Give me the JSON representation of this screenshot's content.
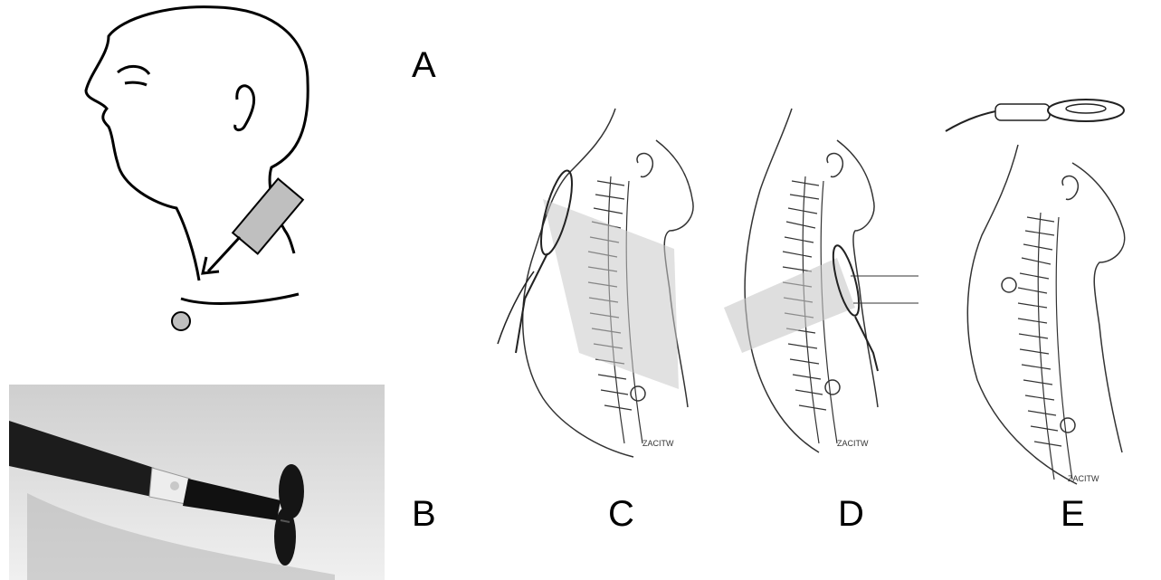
{
  "figure": {
    "panel_labels": {
      "a": "A",
      "b": "B",
      "c": "C",
      "d": "D",
      "e": "E"
    },
    "signature": "ZACITW",
    "colors": {
      "line": "#000000",
      "coil": "#8a8a8a",
      "coil_fill": "#bfbfbf",
      "photo_background": "#d8d8d8",
      "probe_handle": "#1a1a1a",
      "probe_collar": "#eeeeee"
    }
  }
}
